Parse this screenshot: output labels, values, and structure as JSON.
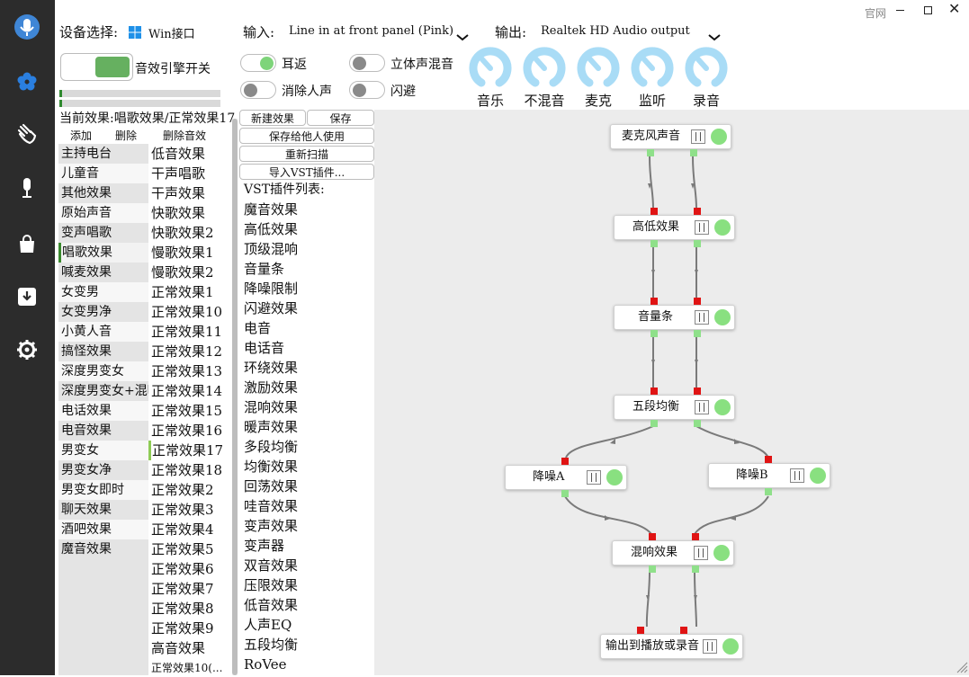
{
  "window": {
    "official_link": "官网",
    "minimize_icon": "minimize-icon",
    "maximize_icon": "maximize-icon",
    "close_icon": "close-icon"
  },
  "device": {
    "label": "设备选择:",
    "value": "Win接口"
  },
  "input": {
    "label": "输入:",
    "value": "Line in at front panel (Pink)"
  },
  "output": {
    "label": "输出:",
    "value": "Realtek HD Audio output"
  },
  "engine": {
    "label": "音效引擎开关",
    "on": true
  },
  "toggles": [
    {
      "label": "耳返",
      "on": true
    },
    {
      "label": "立体声混音",
      "on": false
    },
    {
      "label": "消除人声",
      "on": false
    },
    {
      "label": "闪避",
      "on": false
    }
  ],
  "dials": [
    {
      "label": "音乐"
    },
    {
      "label": "不混音"
    },
    {
      "label": "麦克"
    },
    {
      "label": "监听"
    },
    {
      "label": "录音"
    }
  ],
  "current_effect": "当前效果:唱歌效果/正常效果17",
  "actions": {
    "add": "添加",
    "delete": "删除",
    "delete_effect": "删除音效"
  },
  "categories": [
    "主持电台",
    "儿童音",
    "其他效果",
    "原始声音",
    "变声唱歌",
    "唱歌效果",
    "喊麦效果",
    "女变男",
    "女变男净",
    "小黄人音",
    "搞怪效果",
    "深度男变女",
    "深度男变女+混响",
    "电话效果",
    "电音效果",
    "男变女",
    "男变女净",
    "男变女即时",
    "聊天效果",
    "酒吧效果",
    "魔音效果"
  ],
  "selected_category": 5,
  "presets": [
    "低音效果",
    "干声唱歌",
    "干声效果",
    "快歌效果",
    "快歌效果2",
    "慢歌效果1",
    "慢歌效果2",
    "正常效果1",
    "正常效果10",
    "正常效果11",
    "正常效果12",
    "正常效果13",
    "正常效果14",
    "正常效果15",
    "正常效果16",
    "正常效果17",
    "正常效果18",
    "正常效果2",
    "正常效果3",
    "正常效果4",
    "正常效果5",
    "正常效果6",
    "正常效果7",
    "正常效果8",
    "正常效果9",
    "高音效果",
    "正常效果10(..."
  ],
  "selected_preset": 15,
  "buttons": {
    "new_effect": "新建效果",
    "save": "保存",
    "save_share": "保存给他人使用",
    "rescan": "重新扫描",
    "import_vst": "导入VST插件..."
  },
  "vst": {
    "header": "VST插件列表:",
    "items": [
      "魔音效果",
      "高低效果",
      "顶级混响",
      "音量条",
      "降噪限制",
      "闪避效果",
      "电音",
      "电话音",
      "环绕效果",
      "激励效果",
      "混响效果",
      "暖声效果",
      "多段均衡",
      "均衡效果",
      "回荡效果",
      "哇音效果",
      "变声效果",
      "变声器",
      "双音效果",
      "压限效果",
      "低音效果",
      "人声EQ",
      "五段均衡",
      "RoVee"
    ]
  },
  "graph": {
    "nodes": [
      "麦克风声音",
      "高低效果",
      "音量条",
      "五段均衡",
      "降噪A",
      "降噪B",
      "混响效果",
      "输出到播放或录音"
    ]
  },
  "colors": {
    "rail": "#2c2c2c",
    "accent_green": "#7ed47a",
    "dial_blue": "#a9dcf6",
    "port_red": "#e01414"
  }
}
